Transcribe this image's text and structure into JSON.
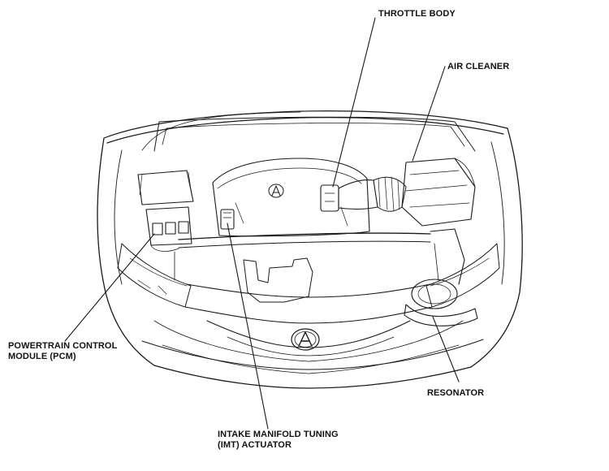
{
  "callouts": {
    "throttle_body": "THROTTLE BODY",
    "air_cleaner": "AIR CLEANER",
    "pcm_line1": "POWERTRAIN CONTROL",
    "pcm_line2": "MODULE (PCM)",
    "resonator": "RESONATOR",
    "imt_line1": "INTAKE MANIFOLD TUNING",
    "imt_line2": "(IMT) ACTUATOR"
  },
  "colors": {
    "ink": "#1a1a1a",
    "paper": "#ffffff"
  },
  "icons": [
    "acura-logo-icon"
  ]
}
